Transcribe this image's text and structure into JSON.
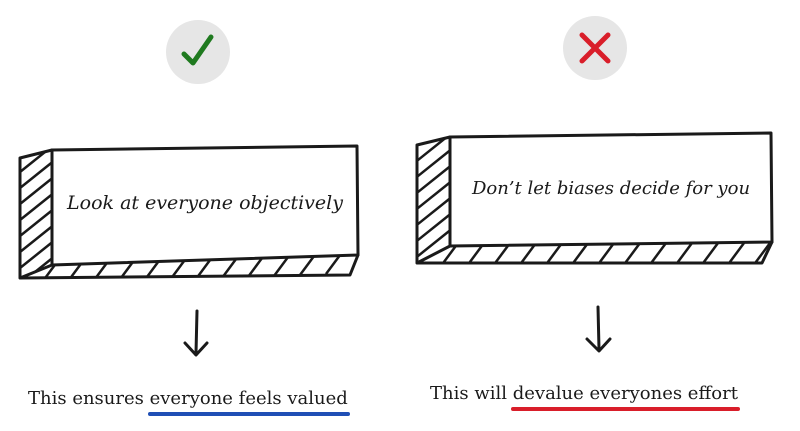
{
  "colors": {
    "badge_bg": "#e6e6e6",
    "check": "#1f7a1f",
    "cross": "#d91e2a",
    "ink": "#1a1a1a",
    "underline_good": "#1f4fb5",
    "underline_bad": "#d91e2a"
  },
  "left": {
    "icon": "check-icon",
    "box_text": "Look at everyone objectively",
    "caption_prefix": "This ensures ",
    "caption_emphasis": "everyone feels valued"
  },
  "right": {
    "icon": "cross-icon",
    "box_text": "Don’t let biases decide for you",
    "caption_prefix": "This will ",
    "caption_emphasis": "devalue everyones effort"
  }
}
